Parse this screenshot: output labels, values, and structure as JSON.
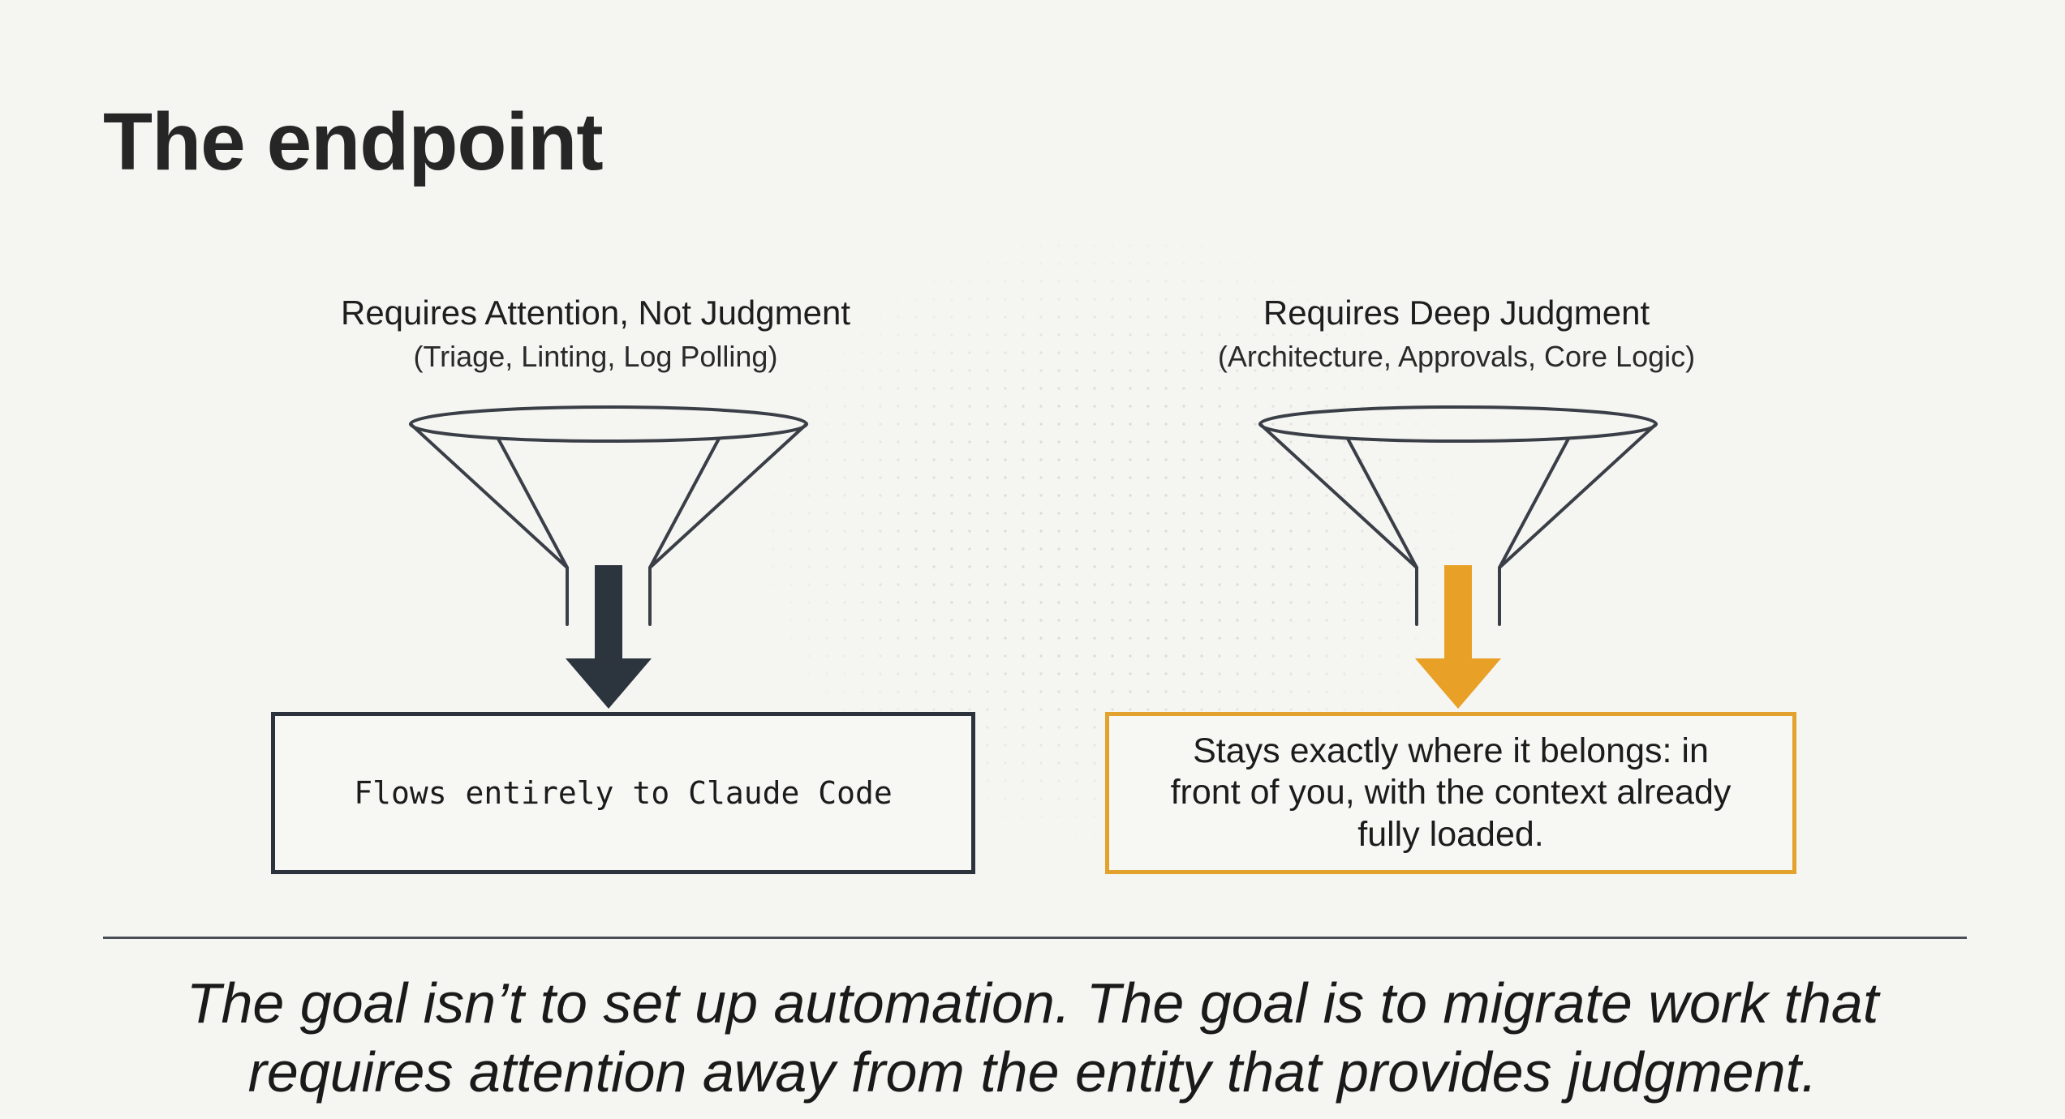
{
  "title": "The endpoint",
  "left": {
    "heading": "Requires Attention, Not Judgment",
    "subheading": "(Triage, Linting, Log Polling)",
    "result": "Flows entirely to Claude Code",
    "arrow_color": "#2c343e"
  },
  "right": {
    "heading": "Requires Deep Judgment",
    "subheading": "(Architecture, Approvals, Core Logic)",
    "result": "Stays exactly where it belongs: in front of you, with the context already fully loaded.",
    "arrow_color": "#e8a126"
  },
  "footer": {
    "line1": "The goal isn’t to set up automation. The goal is to migrate work that",
    "line2": "requires attention away from the entity that provides judgment."
  }
}
